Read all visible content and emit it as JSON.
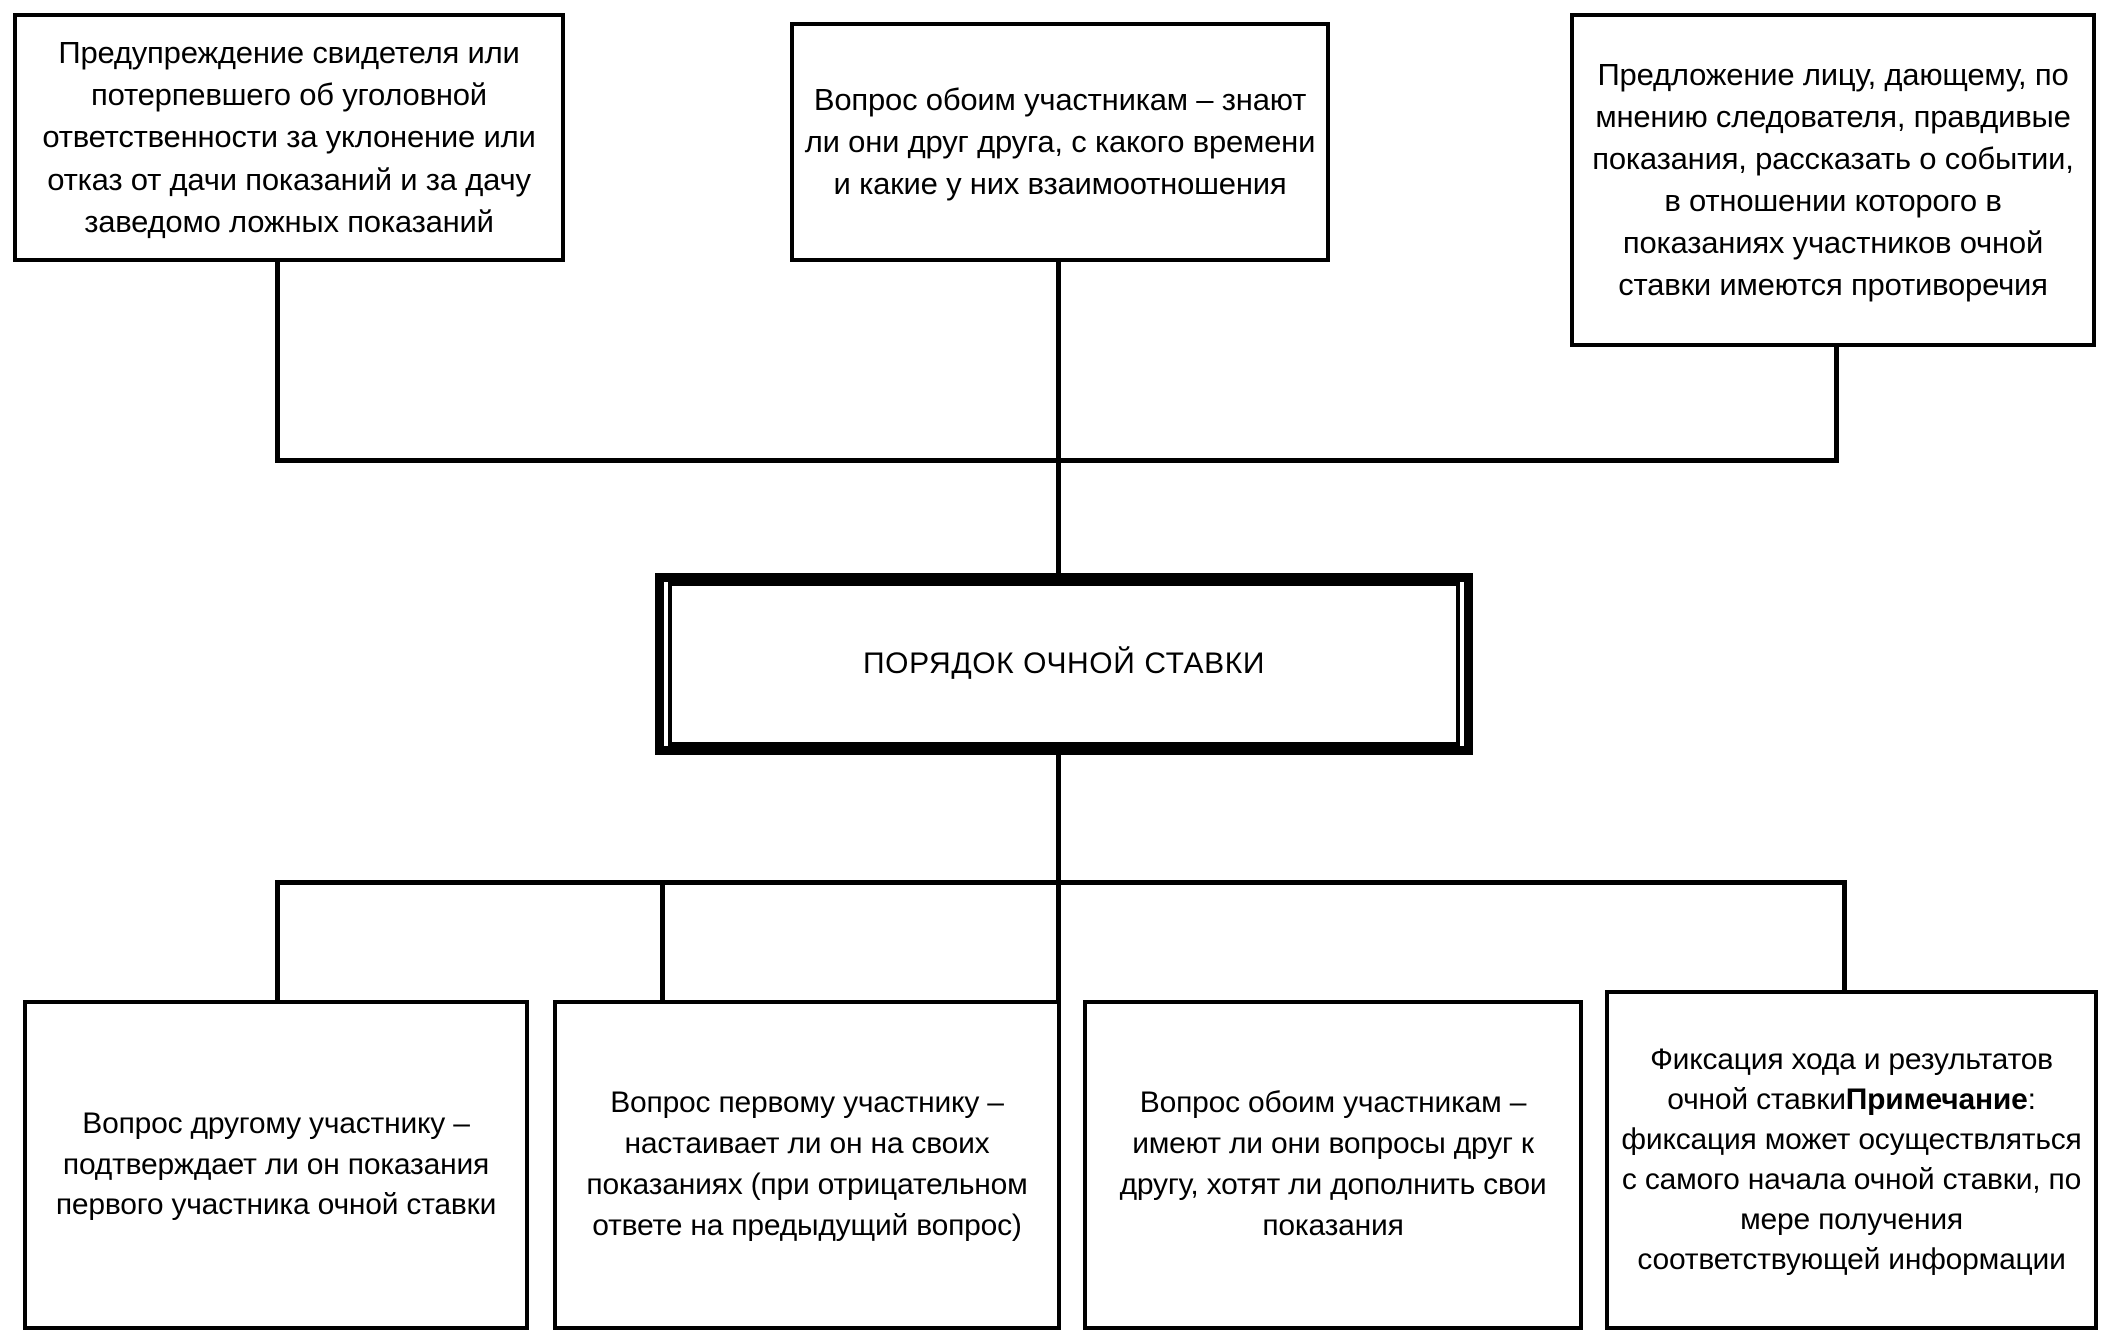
{
  "diagram": {
    "title": "ПОРЯДОК ОЧНОЙ СТАВКИ",
    "top_nodes": [
      {
        "id": "warning-of-liability",
        "text": "Предупреждение свидетеля или потерпевшего об уголовной ответственности за уклонение или отказ от дачи показаний и за дачу заведомо ложных показаний"
      },
      {
        "id": "question-acquaintance",
        "text": "Вопрос обоим участникам – знают ли они друг друга, с какого времени и какие у них взаимоотношения"
      },
      {
        "id": "offer-to-tell-truth",
        "text": "Предложение лицу, дающему, по мнению следователя, правдивые показания, рассказать о событии, в отношении которого в показаниях участников очной ставки имеются противоречия"
      }
    ],
    "bottom_nodes": [
      {
        "id": "question-other-participant",
        "text": "Вопрос другому участнику – подтверждает ли он показания первого участника очной ставки"
      },
      {
        "id": "question-first-participant",
        "text": "Вопрос первому участнику – настаивает ли он на своих показаниях (при отрицательном ответе на предыдущий вопрос)"
      },
      {
        "id": "question-mutual-questions",
        "text": "Вопрос обоим участникам – имеют ли они вопросы друг к другу, хотят ли дополнить свои показания"
      },
      {
        "id": "fixation-of-process",
        "line_1": "Фиксация хода и результатов очной ставки",
        "note_label": "Примечание",
        "note_text": ": фиксация может осуществляться с самого начала очной ставки, по мере получения соответствующей информации"
      }
    ],
    "colors": {
      "line": "#000000",
      "background": "#ffffff",
      "text": "#000000"
    }
  }
}
